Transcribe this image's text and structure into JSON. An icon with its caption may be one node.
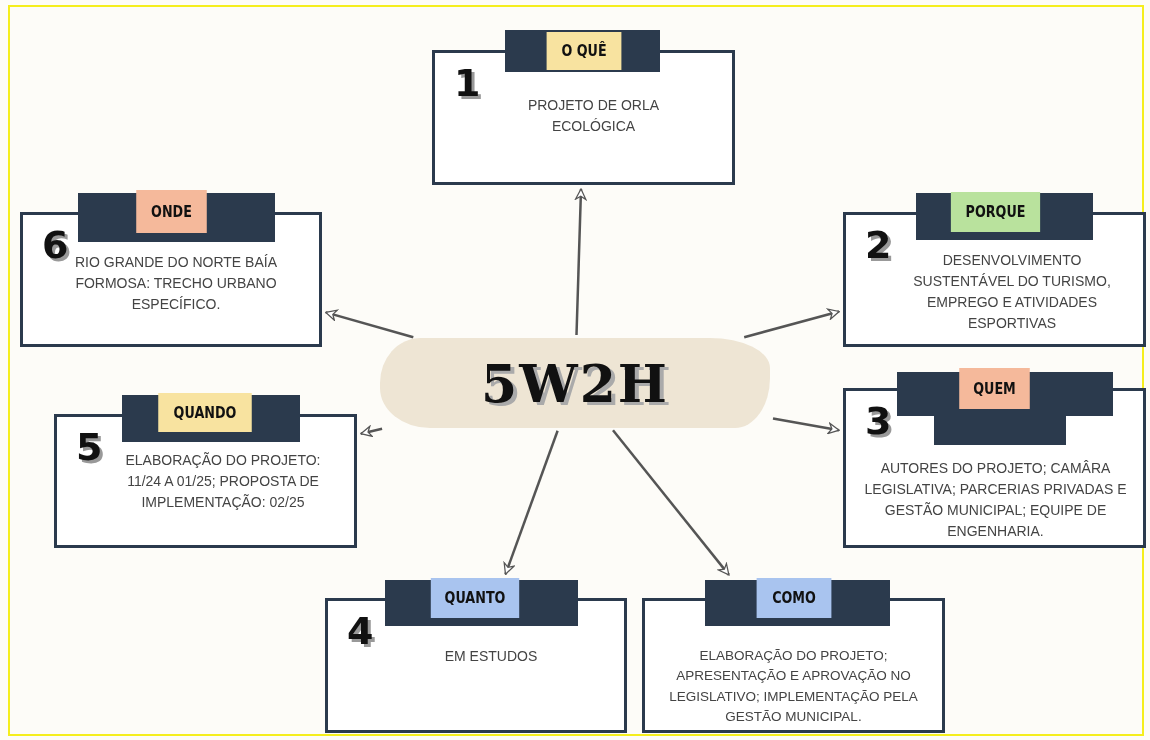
{
  "diagram": {
    "nodes": [
      {
        "text": [
          "O QUÊ",
          "1",
          "PROJETO DE ORLA ECOLÓGICA"
        ]
      },
      {
        "text": [
          "ONDE",
          "6",
          "RIO GRANDE DO NORTE BAÍA FORMOSA: TRECHO URBANO ESPECÍFICO."
        ]
      },
      {
        "text": [
          "PORQUE",
          "2",
          "DESENVOLVIMENTO SUSTENTÁVEL DO TURISMO, EMPREGO E ATIVIDADES ESPORTIVAS"
        ]
      },
      {
        "text": [
          "5W2H"
        ]
      },
      {
        "text": [
          "QUANDO",
          "5",
          "ELABORAÇÃO DO PROJETO: 11/24 A 01/25; PROPOSTA DE IMPLEMENTAÇÃO: 02/25"
        ]
      },
      {
        "text": [
          "QUEM",
          "3",
          "AUTORES DO PROJETO; CAMÂRA LEGISLATIVA; PARCERIAS PRIVADAS E GESTÃO MUNICIPAL; EQUIPE DE ENGENHARIA."
        ]
      },
      {
        "text": [
          "QUANTO",
          "4",
          "EM ESTUDOS"
        ]
      },
      {
        "text": [
          "COMO",
          "ELABORAÇÃO DO PROJETO; APRESENTAÇÃO E APROVAÇÃO NO LEGISLATIVO; IMPLEMENTAÇÃO PELA GESTÃO MUNICIPAL."
        ]
      }
    ],
    "edges": [
      {
        "from": 3,
        "to": 0,
        "arrow": "to"
      },
      {
        "from": 3,
        "to": 2,
        "arrow": "to"
      },
      {
        "from": 3,
        "to": 1,
        "arrow": "to"
      },
      {
        "from": 3,
        "to": 5,
        "arrow": "to"
      },
      {
        "from": 3,
        "to": 4,
        "arrow": "to"
      },
      {
        "from": 3,
        "to": 6,
        "arrow": "to"
      },
      {
        "from": 3,
        "to": 7,
        "arrow": "to"
      }
    ]
  }
}
